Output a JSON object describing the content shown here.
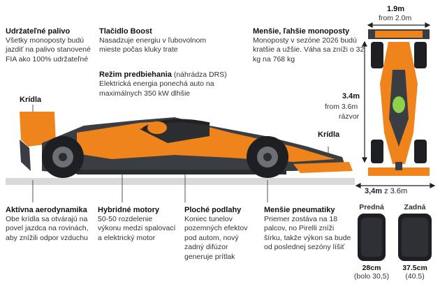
{
  "callouts": {
    "fuel": {
      "title": "Udržateľné palivo",
      "text": "Všetky monoposty budú jazdiť na palivo stanovené FIA ako 100% udržateľné"
    },
    "boost": {
      "title": "Tlačidlo Boost",
      "text": "Nasadzuje energiu v ľubovolnom mieste počas kluky trate"
    },
    "smaller": {
      "title": "Menšie, ľahšie monoposty",
      "text": "Monoposty v sezóne 2026 budú kratšie a užšie. Váha sa zníži o 32 kg na 768 kg"
    },
    "overtake": {
      "title": "Režim predbiehania",
      "title_suffix": " (náhrádza DRS)",
      "text": "Elektrická energia ponechá auto na maximálnych 350 kW dlhšie"
    },
    "wings_rear": "Krídla",
    "wings_front": "Krídla",
    "aero": {
      "title": "Aktívna aerodynamika",
      "text": "Obe krídla sa otvárajú na povel jazdca na rovinách, aby znížili odpor vzduchu"
    },
    "hybrid": {
      "title": "Hybridné motory",
      "text": "50-50 rozdelenie výkonu medzi spalovací a elektrický motor"
    },
    "floor": {
      "title": "Ploché podlahy",
      "text": "Koniec tunelov pozemných efektov pod autom, nový zadný difúzor generuje prítlak"
    },
    "tyres": {
      "title": "Menšie pneumatiky",
      "text": "Priemer zostáva na 18 palcov, no Pirelli zníži šírku, takže výkon sa bude od poslednej sezóny líšiť"
    }
  },
  "dimensions": {
    "width_main": "1.9m",
    "width_sub": "from 2.0m",
    "height_main": "3.4m",
    "height_sub1": "from 3.6m",
    "height_sub2": "rázvor",
    "length_main": "3,4m",
    "length_sub": " z 3.6m"
  },
  "tyres": {
    "front_label": "Predná",
    "rear_label": "Zadná",
    "front_value": "28cm",
    "front_prev": "(bolo 30,5)",
    "rear_value": "37.5cm",
    "rear_prev": "(40.5)"
  },
  "colors": {
    "orange": "#f0841c",
    "dark": "#3a3d42",
    "grey_bar": "#d9d9d9",
    "blue_line": "#1f6fb4"
  }
}
